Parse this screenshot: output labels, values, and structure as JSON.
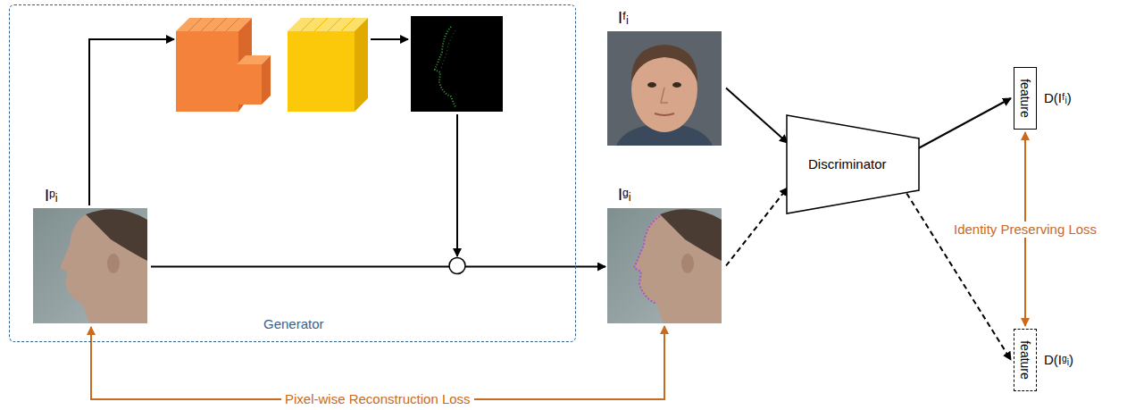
{
  "diagram": {
    "nodes": [
      {
        "text": [
          "Generator"
        ]
      },
      {
        "text": [
          "Iᵖᵢ"
        ],
        "in": 0
      },
      {
        "text": [
          "Iᶠᵢ"
        ]
      },
      {
        "text": [
          "Iᵍᵢ"
        ]
      },
      {
        "text": [
          "Discriminator"
        ]
      },
      {
        "text": [
          "feature",
          "D(Iᶠᵢ)"
        ]
      },
      {
        "text": [
          "feature",
          "D(Iᵍᵢ)"
        ]
      }
    ],
    "edges": [
      {
        "from": 1,
        "to": 3,
        "arrow": "to"
      },
      {
        "from": 1,
        "to": 3,
        "arrow": "both",
        "label": "Pixel-wise Reconstruction Loss"
      },
      {
        "from": 2,
        "to": 4,
        "arrow": "to"
      },
      {
        "from": 3,
        "to": 4,
        "arrow": "to"
      },
      {
        "from": 4,
        "to": 5,
        "arrow": "to"
      },
      {
        "from": 4,
        "to": 6,
        "arrow": "to"
      },
      {
        "from": 5,
        "to": 6,
        "arrow": "both",
        "label": "Identity Preserving Loss"
      }
    ]
  }
}
